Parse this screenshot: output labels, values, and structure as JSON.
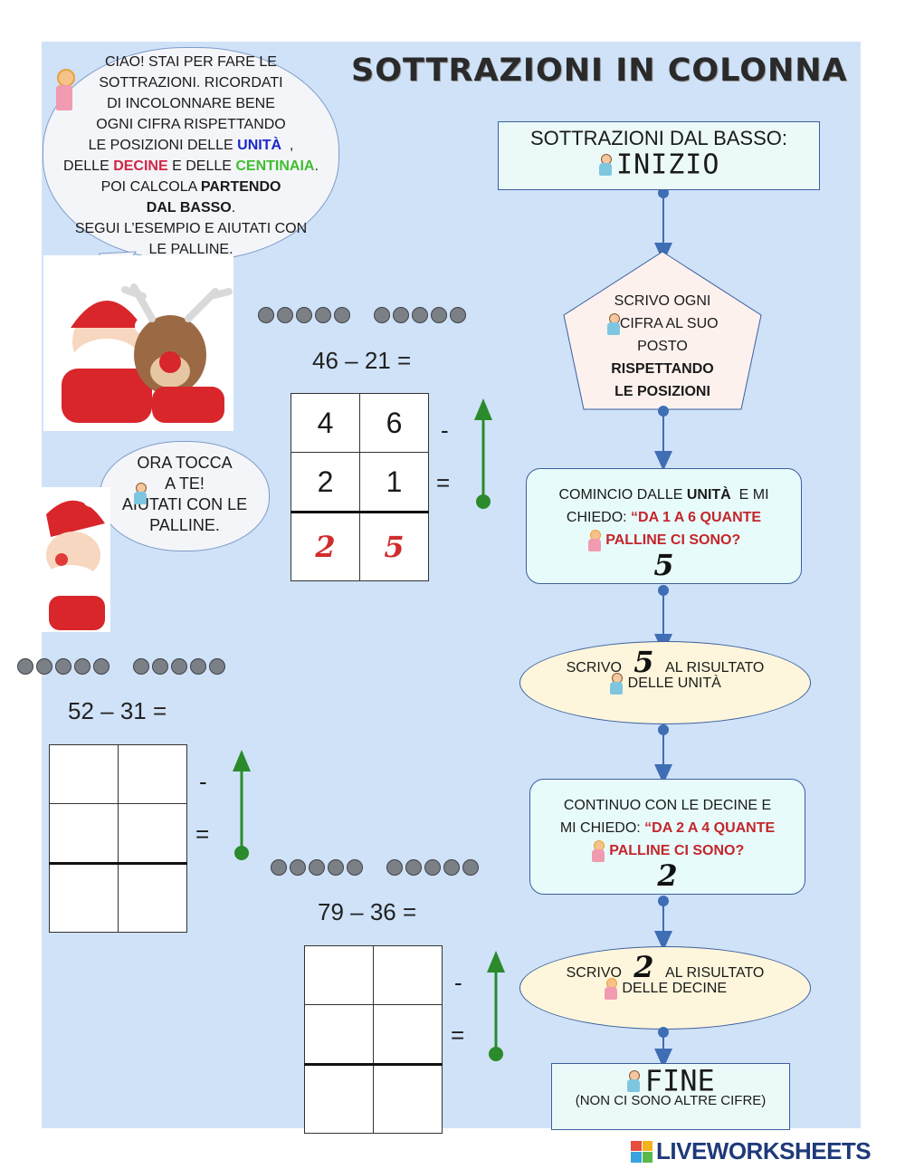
{
  "title": "SOTTRAZIONI IN COLONNA",
  "intro": {
    "l1": "CIAO! STAI PER FARE LE",
    "l2": "SOTTRAZIONI. RICORDATI",
    "l3": "DI INCOLONNARE BENE",
    "l4": "OGNI CIFRA RISPETTANDO",
    "l5a": "LE POSIZIONI DELLE",
    "unita": "UNITÀ",
    "l5b": ",",
    "l6a": "DELLE",
    "decine": "DECINE",
    "l6b": "E DELLE",
    "centinaia": "CENTINAIA",
    "l6c": ".",
    "l7a": "POI CALCOLA",
    "l7b": "PARTENDO",
    "l8a": "DAL BASSO",
    "l8b": ".",
    "l9": "SEGUI L’ESEMPIO E AIUTATI CON",
    "l10": "LE PALLINE."
  },
  "prompt": {
    "l1": "ORA TOCCA",
    "l2": "A TE!",
    "l3": "AIUTATI CON LE",
    "l4": "PALLINE."
  },
  "example": {
    "expr": "46 – 21 =",
    "row1": [
      "4",
      "6"
    ],
    "row2": [
      "2",
      "1"
    ],
    "result": [
      "2",
      "5"
    ],
    "minus": "-",
    "equals": "="
  },
  "exercise1": {
    "expr": "52 – 31 =",
    "minus": "-",
    "equals": "="
  },
  "exercise2": {
    "expr": "79 – 36 =",
    "minus": "-",
    "equals": "="
  },
  "flow": {
    "start_title": "SOTTRAZIONI DAL BASSO:",
    "start_word": "INIZIO",
    "step1_l1": "SCRIVO OGNI",
    "step1_l2": "CIFRA AL SUO",
    "step1_l3": "POSTO",
    "step1_b1": "RISPETTANDO",
    "step1_b2": "LE POSIZIONI",
    "step2_l1a": "COMINCIO DALLE",
    "step2_l1b": "UNITÀ",
    "step2_l1c": "E MI",
    "step2_l2a": "CHIEDO:",
    "step2_l2b": "“DA 1 A 6 QUANTE",
    "step2_l3": "PALLINE CI SONO?",
    "step2_digit": "5",
    "step3_a": "SCRIVO",
    "step3_digit": "5",
    "step3_b": "AL RISULTATO",
    "step3_l2": "DELLE UNITÀ",
    "step4_l1": "CONTINUO CON LE DECINE E",
    "step4_l2a": "MI CHIEDO:",
    "step4_l2b": "“DA 2 A 4 QUANTE",
    "step4_l3": "PALLINE CI SONO?",
    "step4_digit": "2",
    "step5_a": "SCRIVO",
    "step5_digit": "2",
    "step5_b": "AL RISULTATO",
    "step5_l2": "DELLE DECINE",
    "end_word": "FINE",
    "end_note": "(NON CI SONO ALTRE CIFRE)"
  },
  "footer": {
    "brand": "LIVEWORKSHEETS"
  },
  "colors": {
    "page_bg": "#cfe2f8",
    "arrow": "#3f6eb5",
    "green_arrow": "#2b8a2b",
    "result_red": "#d12c2c"
  }
}
